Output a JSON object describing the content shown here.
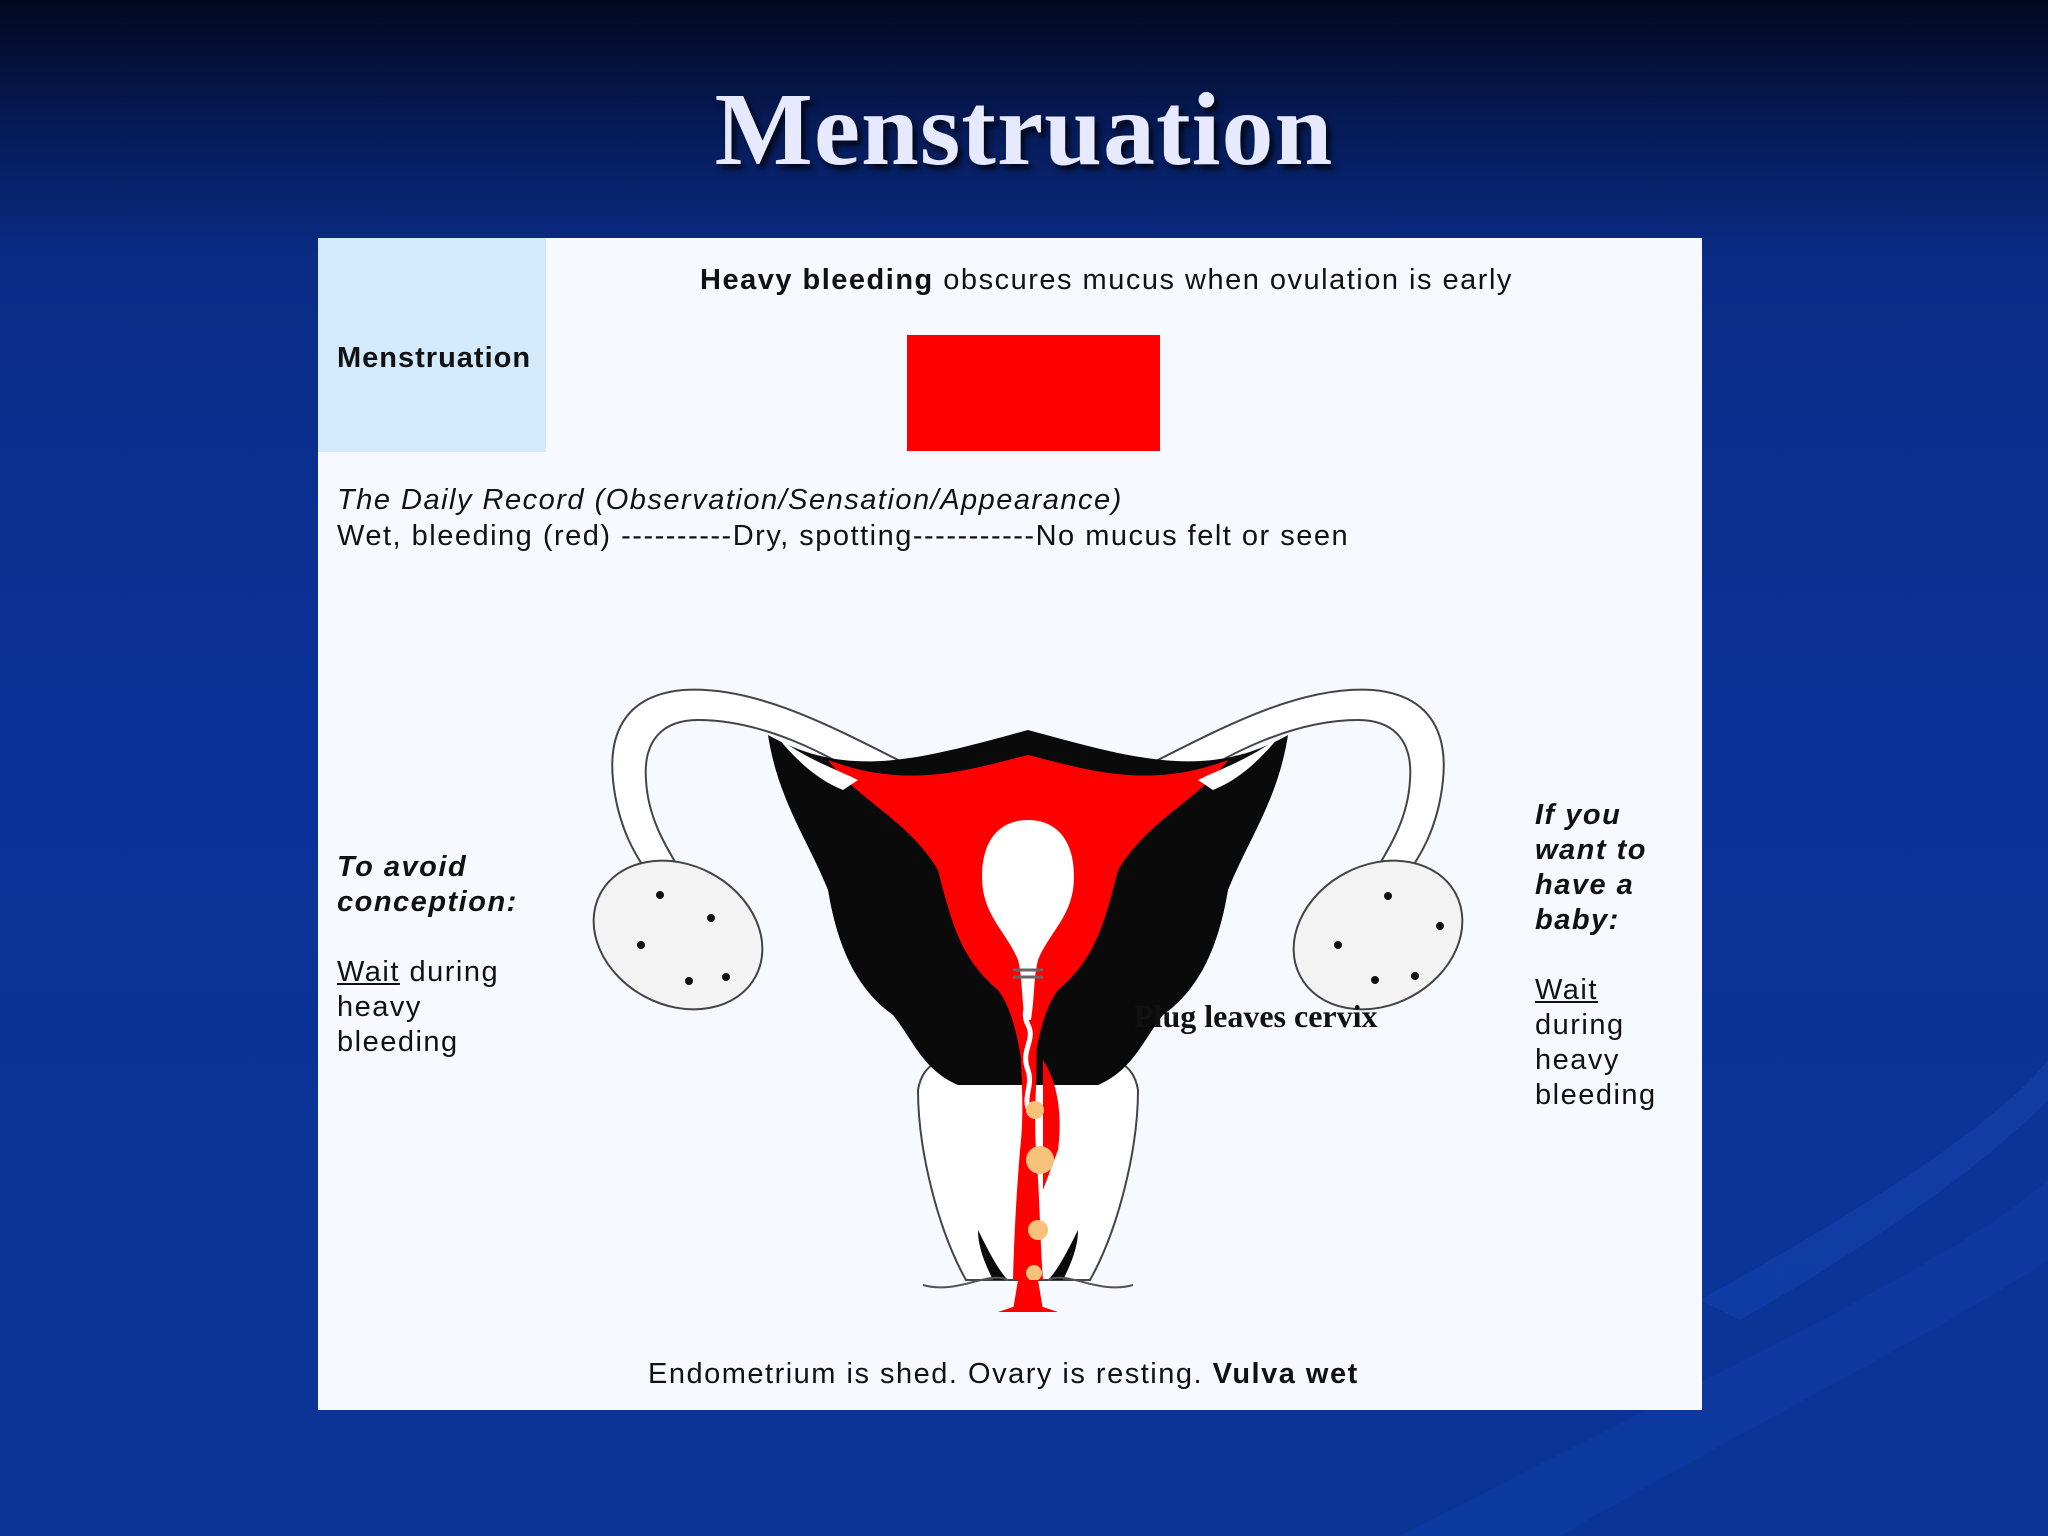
{
  "slide": {
    "title": "Menstruation"
  },
  "panel": {
    "label": "Menstruation",
    "heading_bold": "Heavy bleeding",
    "heading_rest": " obscures mucus when ovulation is early",
    "daily_record_title": "The Daily Record (Observation/Sensation/Appearance)",
    "daily_record_observation": "Wet, bleeding (red) ----------Dry, spotting-----------No mucus felt or seen",
    "left_heading_1": "To avoid",
    "left_heading_2": "conception:",
    "left_wait": "Wait",
    "left_rest_1": " during",
    "left_rest_2": "heavy",
    "left_rest_3": "bleeding",
    "right_heading_1": "If you",
    "right_heading_2": "want to",
    "right_heading_3": "have a",
    "right_heading_4": "baby:",
    "right_wait": "Wait",
    "right_rest_1": "during",
    "right_rest_2": "heavy",
    "right_rest_3": "bleeding",
    "diagram_label": "Plug leaves cervix",
    "caption_normal": "Endometrium is shed. Ovary is resting. ",
    "caption_bold": "Vulva wet"
  },
  "colors": {
    "menstrual_red": "#ff0000",
    "label_box": "#d2eafb",
    "panel_bg": "#f6f9ff",
    "mucus_plug": "#f6c27a"
  }
}
